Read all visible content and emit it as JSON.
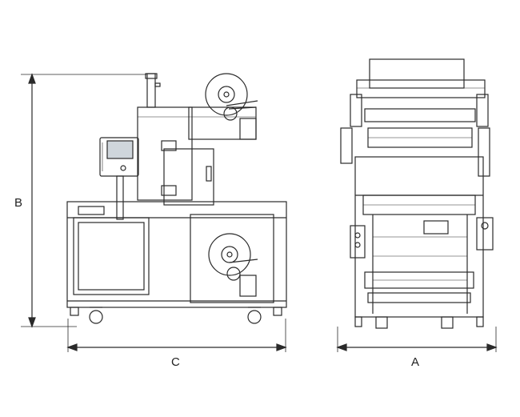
{
  "dimensions": {
    "height_label": "B",
    "width_label": "C",
    "depth_label": "A"
  },
  "colors": {
    "line": "#2a2a2a",
    "light_line": "#555555",
    "fill": "#ffffff",
    "screen": "#cfd6dc"
  }
}
